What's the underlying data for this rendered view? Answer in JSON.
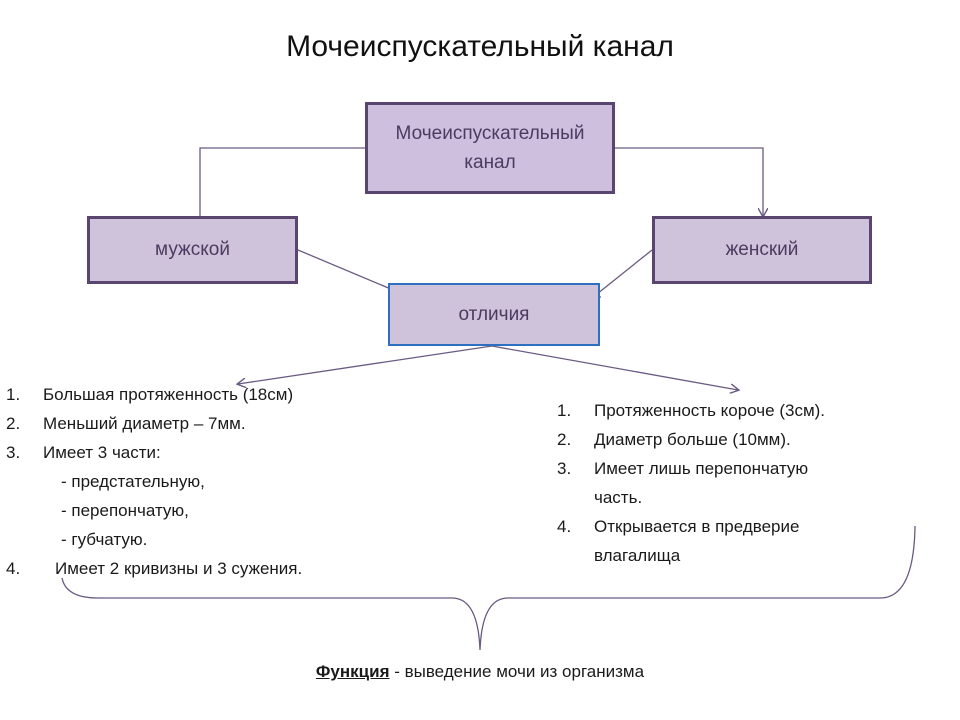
{
  "title": "Мочеиспускательный канал",
  "nodes": {
    "root": {
      "line1": "Мочеиспускательный",
      "line2": "канал"
    },
    "male": "мужской",
    "female": "женский",
    "differences": "отличия"
  },
  "male_list": [
    {
      "num": "1.",
      "text": "Большая протяженность (18см)"
    },
    {
      "num": "2.",
      "text": "Меньший диаметр – 7мм."
    },
    {
      "num": "3.",
      "text": "Имеет 3 части:"
    },
    {
      "sub": "- предстательную,"
    },
    {
      "sub": "- перепончатую,"
    },
    {
      "sub": "- губчатую."
    },
    {
      "num": "4.",
      "text": "Имеет 2 кривизны и 3 сужения."
    }
  ],
  "female_list": [
    {
      "num": "1.",
      "text": "Протяженность короче (3см)."
    },
    {
      "num": "2.",
      "text": "Диаметр больше (10мм)."
    },
    {
      "num": "3.",
      "text": "Имеет лишь перепончатую"
    },
    {
      "cont": "часть."
    },
    {
      "num": "4.",
      "text": "Открывается в предверие"
    },
    {
      "cont": "влагалища"
    }
  ],
  "function": {
    "label": "Функция",
    "separator": " - ",
    "text": "выведение мочи из организма"
  },
  "colors": {
    "box_fill": "#cfc3dc",
    "box_border": "#5a4570",
    "box_text": "#4d3a60",
    "diff_border": "#2f6fc0",
    "arrow": "#6a5a82"
  }
}
